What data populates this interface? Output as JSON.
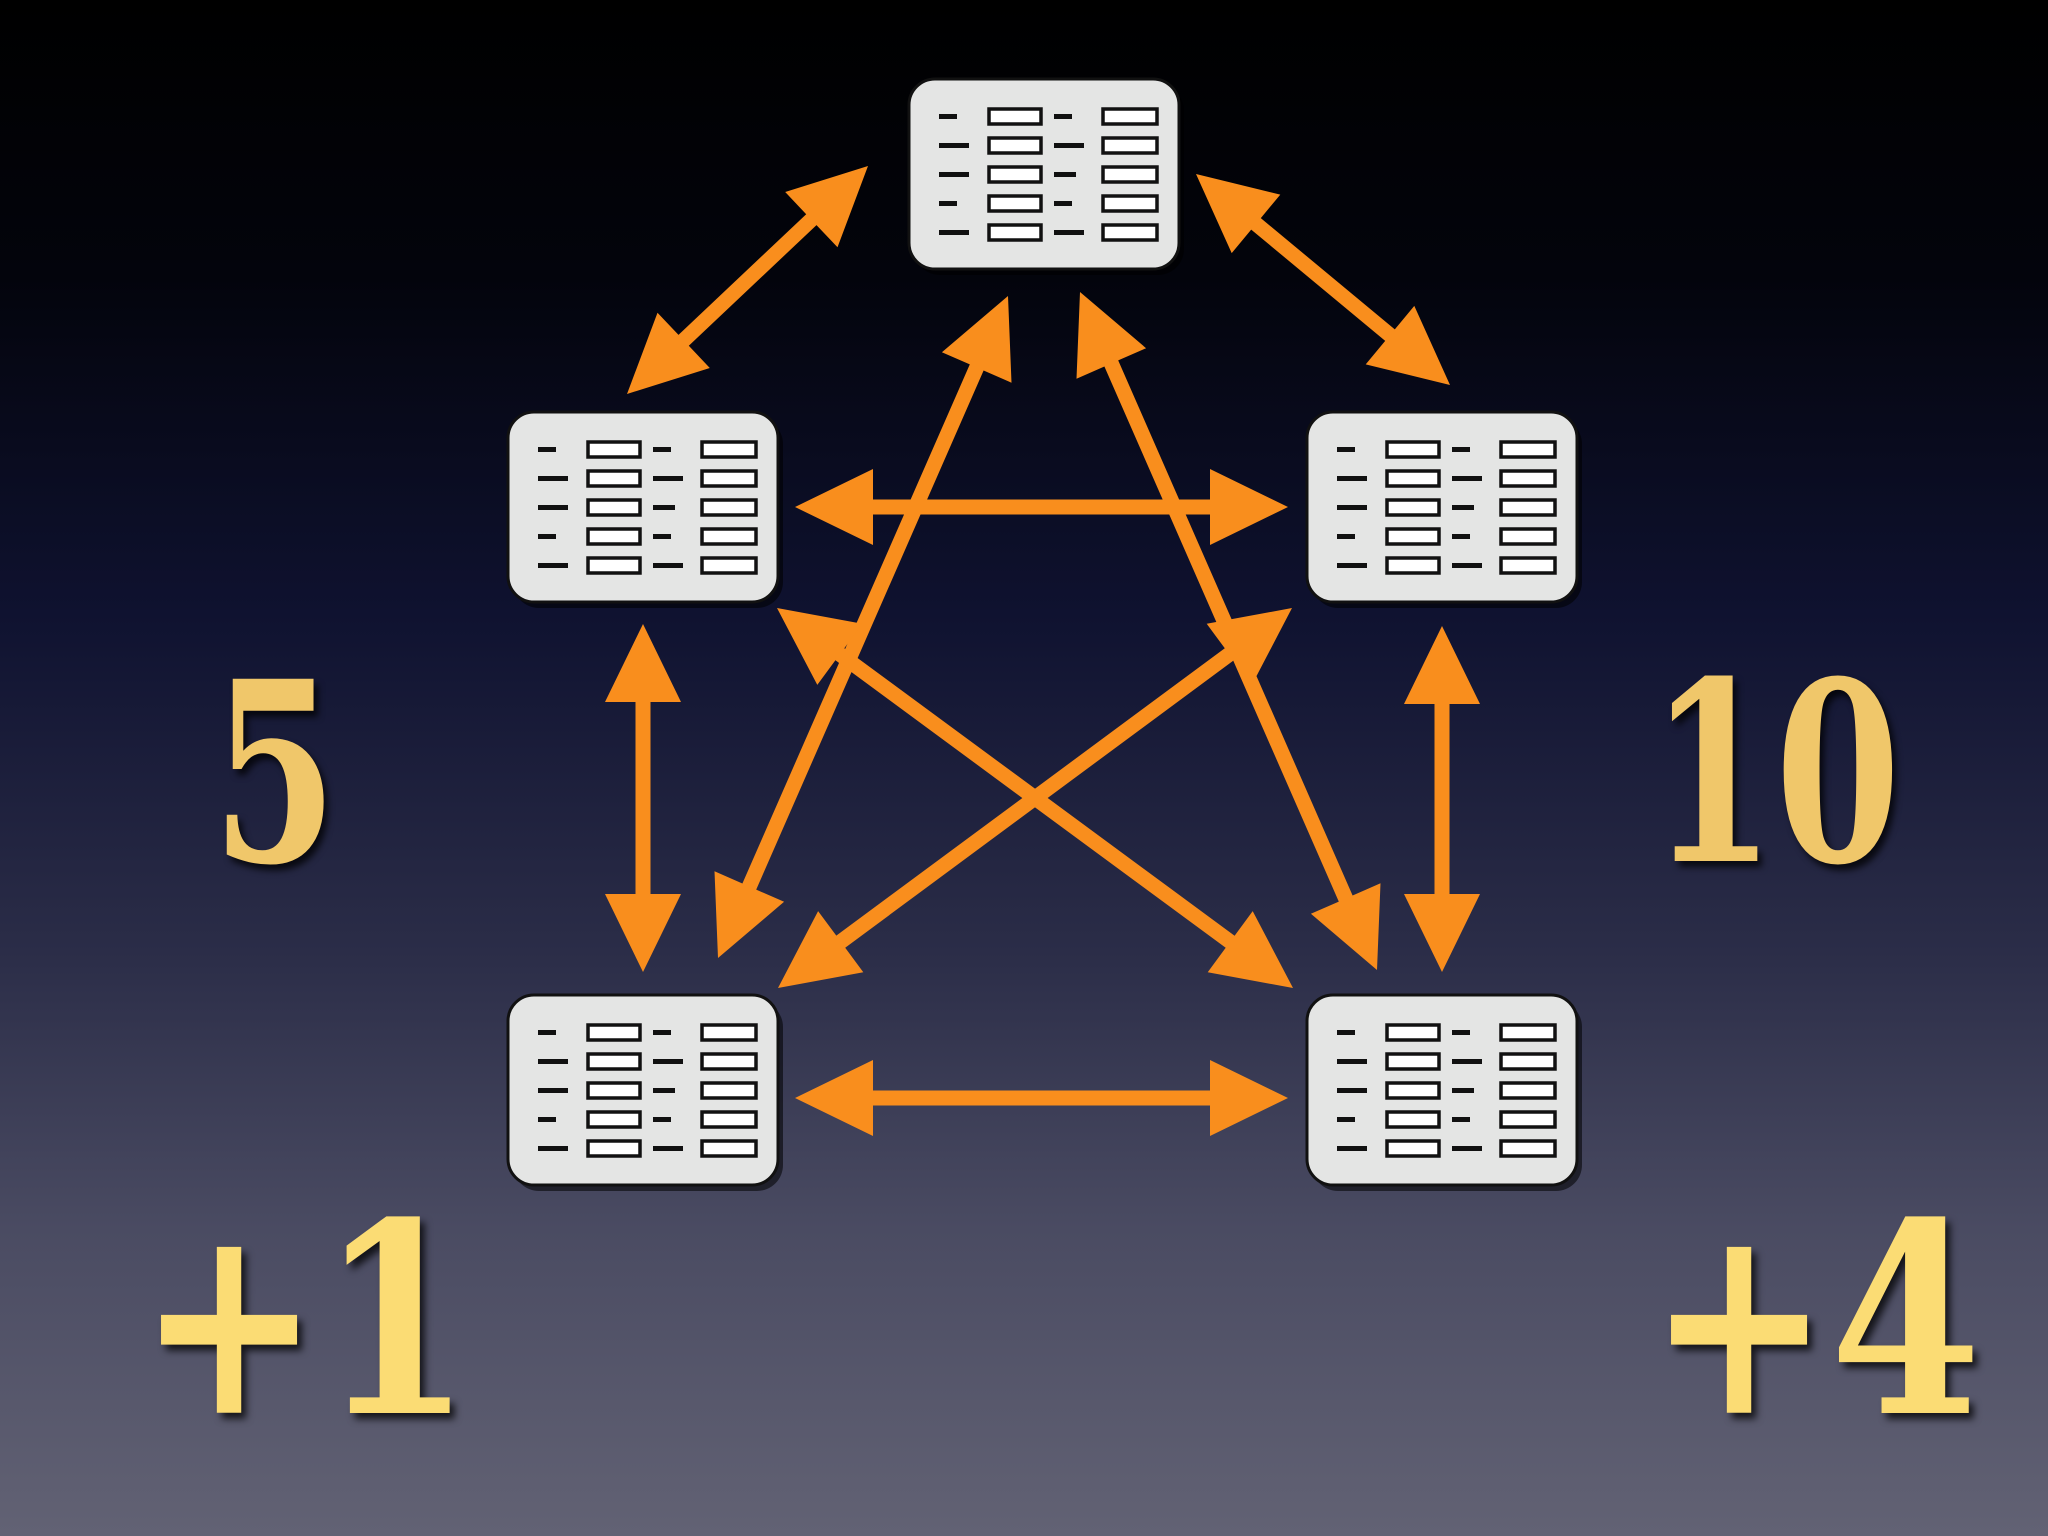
{
  "diagram": {
    "colors": {
      "arrow": "#f98e1d",
      "node_fill": "#e4e5e4",
      "node_border": "#111111",
      "number_text": "#f2cb6a"
    },
    "nodes": [
      {
        "id": "top",
        "icon": "database-table-icon"
      },
      {
        "id": "upper-left",
        "icon": "database-table-icon"
      },
      {
        "id": "upper-right",
        "icon": "database-table-icon"
      },
      {
        "id": "lower-left",
        "icon": "database-table-icon"
      },
      {
        "id": "lower-right",
        "icon": "database-table-icon"
      }
    ],
    "edges": [
      {
        "from": "top",
        "to": "upper-left",
        "bidirectional": true
      },
      {
        "from": "top",
        "to": "upper-right",
        "bidirectional": true
      },
      {
        "from": "top",
        "to": "lower-left",
        "bidirectional": true
      },
      {
        "from": "top",
        "to": "lower-right",
        "bidirectional": true
      },
      {
        "from": "upper-left",
        "to": "upper-right",
        "bidirectional": true
      },
      {
        "from": "upper-left",
        "to": "lower-left",
        "bidirectional": true
      },
      {
        "from": "upper-left",
        "to": "lower-right",
        "bidirectional": true
      },
      {
        "from": "upper-right",
        "to": "lower-left",
        "bidirectional": true
      },
      {
        "from": "upper-right",
        "to": "lower-right",
        "bidirectional": true
      },
      {
        "from": "lower-left",
        "to": "lower-right",
        "bidirectional": true
      }
    ]
  },
  "labels": {
    "left_pair_count": "5",
    "right_pair_count": "10",
    "left_delta": "+1",
    "right_delta": "+4"
  }
}
